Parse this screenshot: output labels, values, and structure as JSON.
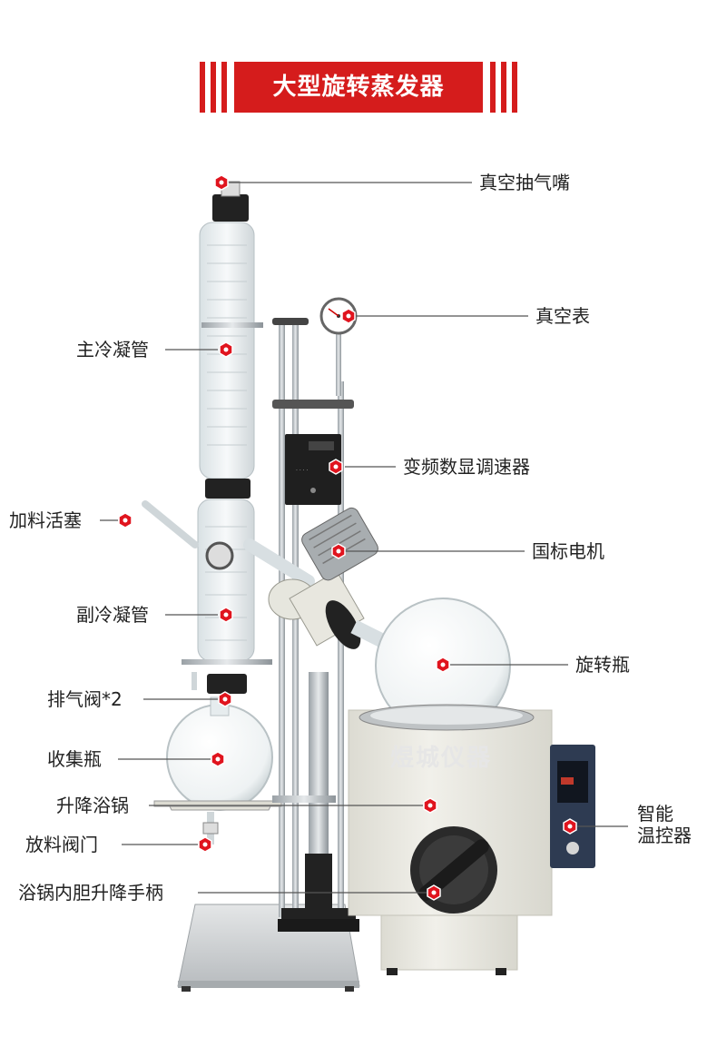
{
  "title": "大型旋转蒸发器",
  "watermark": "煜城仪器",
  "labels": {
    "vacuum_nozzle": "真空抽气嘴",
    "vacuum_gauge": "真空表",
    "main_condenser": "主冷凝管",
    "speed_controller": "变频数显调速器",
    "feed_stopcock": "加料活塞",
    "motor": "国标电机",
    "sub_condenser": "副冷凝管",
    "rotary_flask": "旋转瓶",
    "vent_valve": "排气阀*2",
    "collection_flask": "收集瓶",
    "lift_bath": "升降浴锅",
    "smart_temp_line1": "智能",
    "smart_temp_line2": "温控器",
    "discharge_valve": "放料阀门",
    "bath_lift_handle": "浴锅内胆升降手柄"
  },
  "colors": {
    "accent": "#d51c1c",
    "marker": "#e0141e",
    "glass": "#cfd8dc",
    "body": "#ecebe3"
  },
  "icons": {
    "marker": "hexagon-marker-icon"
  }
}
